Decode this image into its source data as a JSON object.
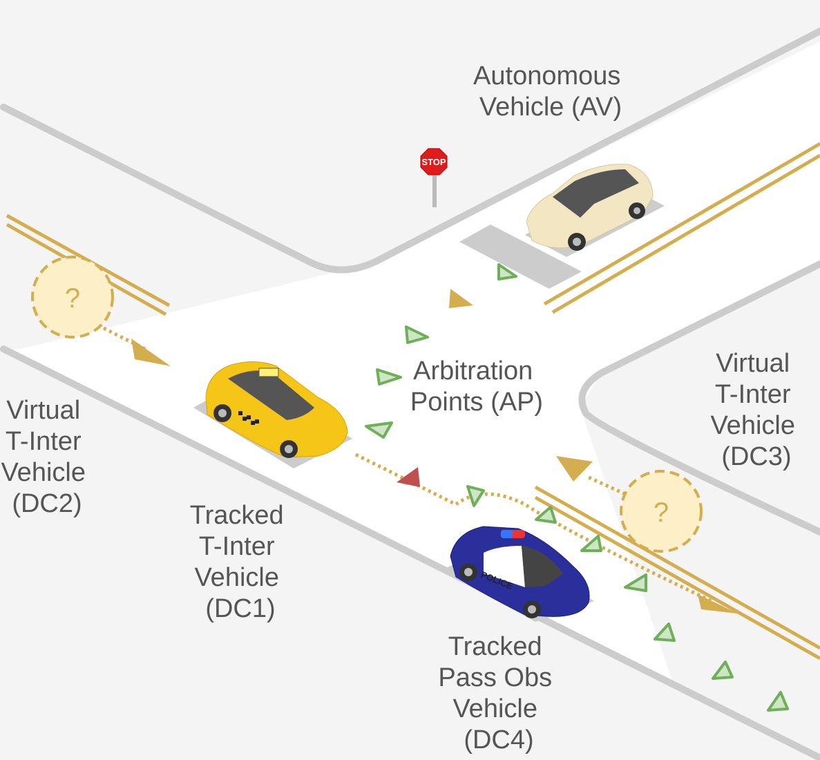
{
  "labels": {
    "av": [
      "Autonomous",
      "Vehicle (AV)"
    ],
    "ap": [
      "Arbitration",
      "Points (AP)"
    ],
    "dc1": [
      "Tracked",
      "T-Inter",
      "Vehicle",
      "(DC1)"
    ],
    "dc2": [
      "Virtual",
      "T-Inter",
      "Vehicle",
      "(DC2)"
    ],
    "dc3": [
      "Virtual",
      "T-Inter",
      "Vehicle",
      "(DC3)"
    ],
    "dc4": [
      "Tracked",
      "Pass Obs",
      "Vehicle",
      "(DC4)"
    ]
  },
  "stop_sign": "STOP",
  "unknown_marker": "?",
  "police_text": "POLICE",
  "colors": {
    "background": "#f4f4f4",
    "road": "#ffffff",
    "curb": "#cccccc",
    "lane_line": "#d4ae4e",
    "arbitration_point": "#6fae5a",
    "conflict_point": "#c0504d",
    "av_car": "#f3e6c2",
    "taxi": "#f5c518",
    "police_car": "#2b2f9c"
  }
}
